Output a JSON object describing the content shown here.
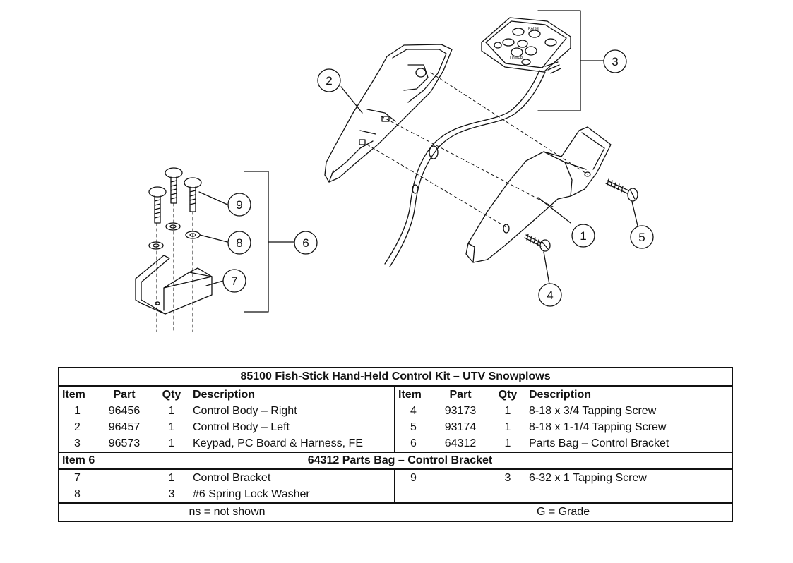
{
  "diagram": {
    "callouts": [
      "1",
      "2",
      "3",
      "4",
      "5",
      "6",
      "7",
      "8",
      "9"
    ],
    "keypad_text": [
      "RAISE",
      "LOWER"
    ]
  },
  "table": {
    "title": "85100  Fish-Stick Hand-Held Control Kit – UTV Snowplows",
    "headers": [
      "Item",
      "Part",
      "Qty",
      "Description",
      "Item",
      "Part",
      "Qty",
      "Description"
    ],
    "rows": [
      [
        "1",
        "96456",
        "1",
        "Control Body – Right",
        "4",
        "93173",
        "1",
        "8-18 x 3/4 Tapping Screw"
      ],
      [
        "2",
        "96457",
        "1",
        "Control Body – Left",
        "5",
        "93174",
        "1",
        "8-18 x 1-1/4 Tapping Screw"
      ],
      [
        "3",
        "96573",
        "1",
        "Keypad, PC Board & Harness, FE",
        "6",
        "64312",
        "1",
        "Parts Bag – Control Bracket"
      ]
    ],
    "section": {
      "label": "Item 6",
      "title": "64312  Parts Bag – Control Bracket"
    },
    "section_rows": [
      [
        "7",
        "",
        "1",
        "Control Bracket",
        "9",
        "",
        "3",
        "6-32 x 1 Tapping Screw"
      ],
      [
        "8",
        "",
        "3",
        "#6 Spring Lock Washer",
        "",
        "",
        "",
        ""
      ]
    ],
    "footer": {
      "left": "ns = not shown",
      "right": "G = Grade"
    }
  }
}
